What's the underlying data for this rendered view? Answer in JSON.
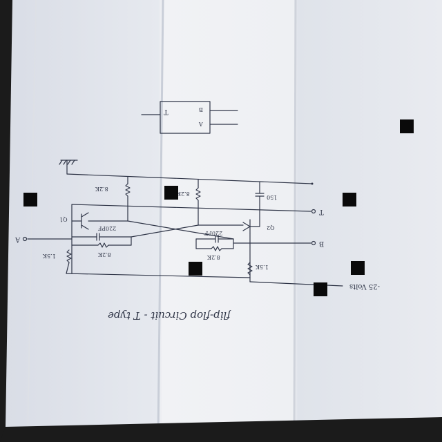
{
  "title": "flip-flop Circuit - T type",
  "supply": "-25 Volts",
  "block": {
    "input_label": "T",
    "output_labels": [
      "B",
      "A"
    ]
  },
  "terminals": {
    "t_in": "T",
    "a_out": "A",
    "b_out": "B"
  },
  "transistors": {
    "left": "Q1",
    "right": "Q2"
  },
  "collector_resistors": [
    "8.2K",
    "8.2K"
  ],
  "base_resistors": [
    "8.2K",
    "8.2K"
  ],
  "emitter_resistors": [
    "1.5K",
    "1.5K"
  ],
  "coupling_capacitors": [
    "220PF",
    "220PF"
  ],
  "trigger_capacitor": "150"
}
